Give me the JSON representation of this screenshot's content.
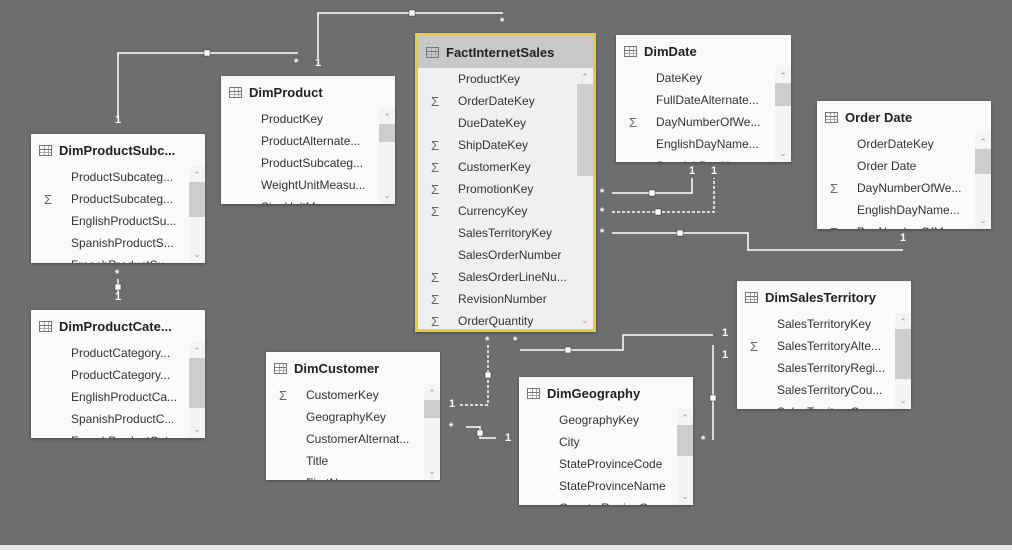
{
  "tables": [
    {
      "name": "DimProductSubc...",
      "rows": [
        [
          "",
          "ProductSubcateg..."
        ],
        [
          "Σ",
          "ProductSubcateg..."
        ],
        [
          "",
          "EnglishProductSu..."
        ],
        [
          "",
          "SpanishProductS..."
        ],
        [
          "",
          "FrenchProductSu..."
        ]
      ]
    },
    {
      "name": "DimProduct",
      "rows": [
        [
          "",
          "ProductKey"
        ],
        [
          "",
          "ProductAlternate..."
        ],
        [
          "",
          "ProductSubcateg..."
        ],
        [
          "",
          "WeightUnitMeasu..."
        ],
        [
          "",
          "SizeUnitMeasure..."
        ]
      ]
    },
    {
      "name": "FactInternetSales",
      "rows": [
        [
          "",
          "ProductKey"
        ],
        [
          "Σ",
          "OrderDateKey"
        ],
        [
          "",
          "DueDateKey"
        ],
        [
          "Σ",
          "ShipDateKey"
        ],
        [
          "Σ",
          "CustomerKey"
        ],
        [
          "Σ",
          "PromotionKey"
        ],
        [
          "Σ",
          "CurrencyKey"
        ],
        [
          "",
          "SalesTerritoryKey"
        ],
        [
          "",
          "SalesOrderNumber"
        ],
        [
          "Σ",
          "SalesOrderLineNu..."
        ],
        [
          "Σ",
          "RevisionNumber"
        ],
        [
          "Σ",
          "OrderQuantity"
        ]
      ]
    },
    {
      "name": "DimDate",
      "rows": [
        [
          "",
          "DateKey"
        ],
        [
          "",
          "FullDateAlternate..."
        ],
        [
          "Σ",
          "DayNumberOfWe..."
        ],
        [
          "",
          "EnglishDayName..."
        ],
        [
          "",
          "SpanishDayName..."
        ]
      ]
    },
    {
      "name": "Order Date",
      "rows": [
        [
          "",
          "OrderDateKey"
        ],
        [
          "",
          "Order Date"
        ],
        [
          "Σ",
          "DayNumberOfWe..."
        ],
        [
          "",
          "EnglishDayName..."
        ],
        [
          "Σ",
          "DayNumberOfMo..."
        ]
      ]
    },
    {
      "name": "DimProductCate...",
      "rows": [
        [
          "",
          "ProductCategory..."
        ],
        [
          "",
          "ProductCategory..."
        ],
        [
          "",
          "EnglishProductCa..."
        ],
        [
          "",
          "SpanishProductC..."
        ],
        [
          "",
          "FrenchProductCat..."
        ]
      ]
    },
    {
      "name": "DimCustomer",
      "rows": [
        [
          "Σ",
          "CustomerKey"
        ],
        [
          "",
          "GeographyKey"
        ],
        [
          "",
          "CustomerAlternat..."
        ],
        [
          "",
          "Title"
        ],
        [
          "",
          "FirstName"
        ]
      ]
    },
    {
      "name": "DimGeography",
      "rows": [
        [
          "",
          "GeographyKey"
        ],
        [
          "",
          "City"
        ],
        [
          "",
          "StateProvinceCode"
        ],
        [
          "",
          "StateProvinceName"
        ],
        [
          "",
          "CountryRegionCo..."
        ]
      ]
    },
    {
      "name": "DimSalesTerritory",
      "rows": [
        [
          "",
          "SalesTerritoryKey"
        ],
        [
          "Σ",
          "SalesTerritoryAlte..."
        ],
        [
          "",
          "SalesTerritoryRegi..."
        ],
        [
          "",
          "SalesTerritoryCou..."
        ],
        [
          "",
          "SalesTerritoryGro..."
        ]
      ]
    }
  ],
  "cardinality": {
    "one": "1",
    "many": "*"
  },
  "colors": {
    "background": "#6e6e6e",
    "selected_border": "#e6cc3c"
  }
}
